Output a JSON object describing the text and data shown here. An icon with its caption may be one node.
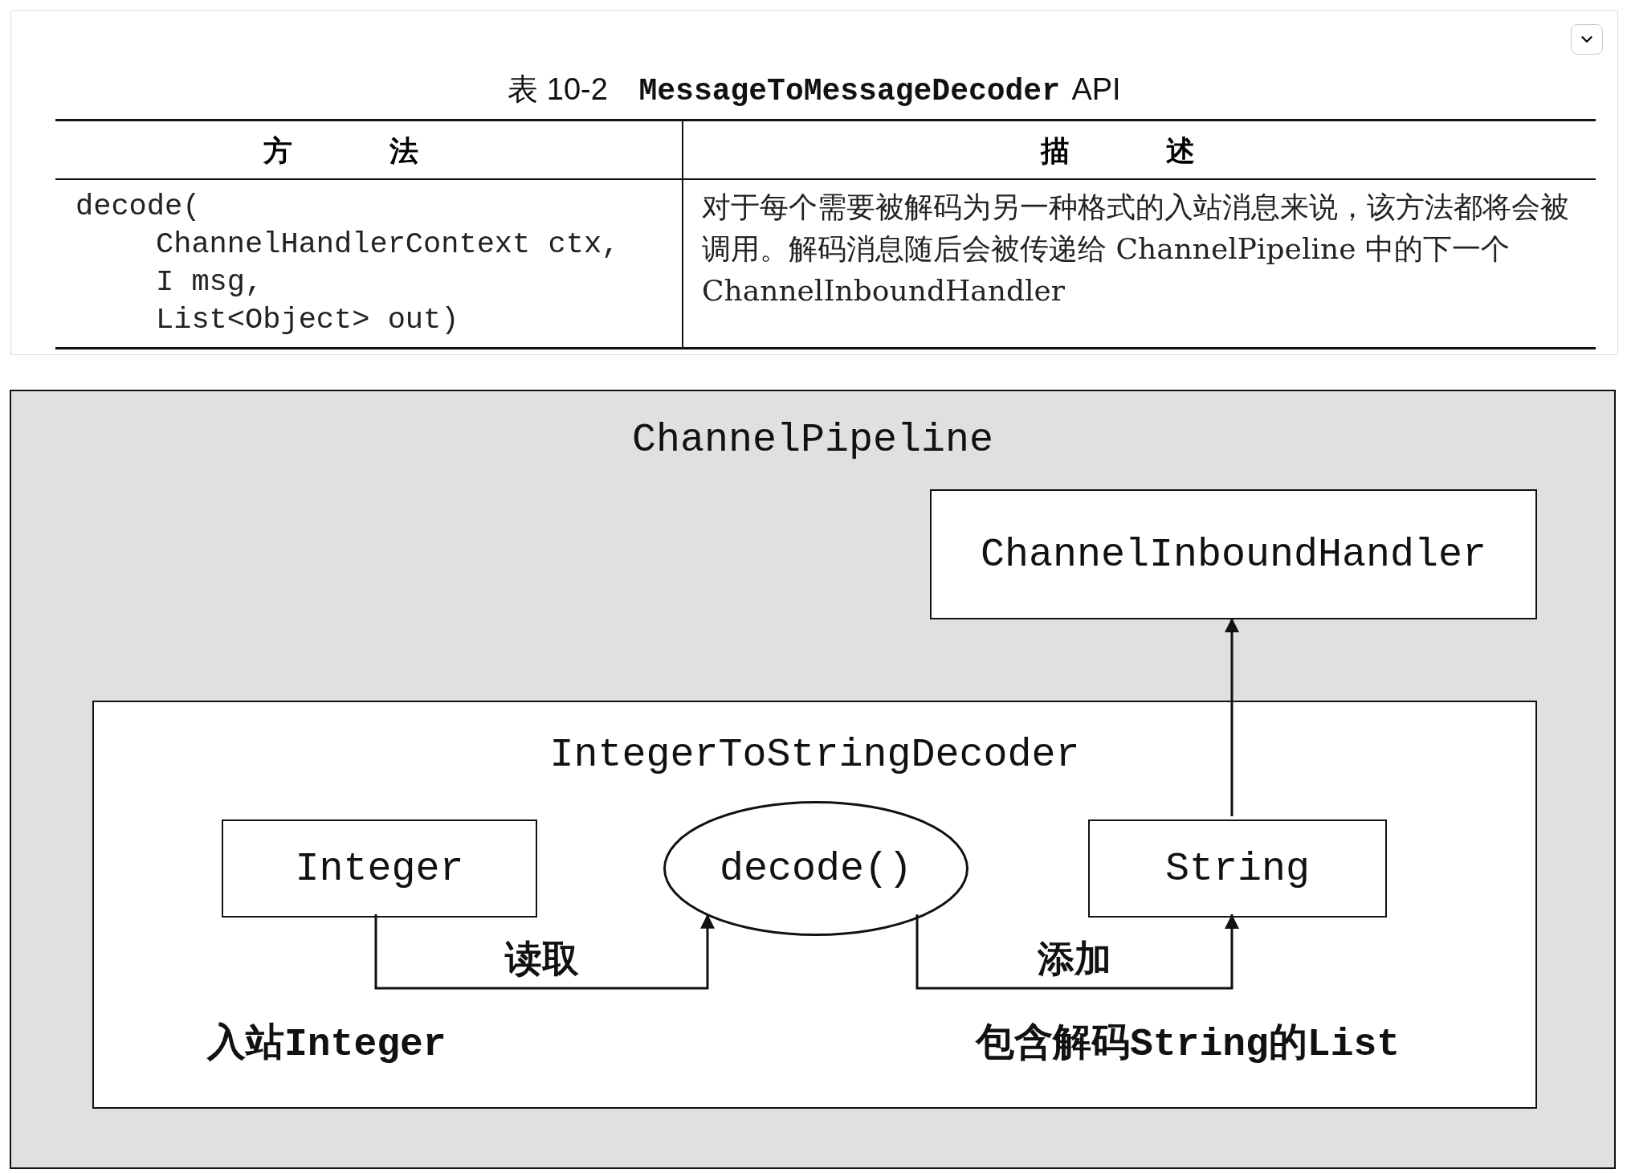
{
  "diagram": {
    "title": "表 10-2 **MessageToMessageDecoder** API",
    "nodes": [
      {
        "text": [
          "ChannelPipeline"
        ]
      },
      {
        "text": [
          "ChannelInboundHandler"
        ],
        "in": 0
      },
      {
        "text": [
          "IntegerToStringDecoder"
        ],
        "in": 0
      },
      {
        "text": [
          "Integer"
        ],
        "in": 2
      },
      {
        "text": [
          "decode()"
        ],
        "in": 2
      },
      {
        "text": [
          "String"
        ],
        "in": 2
      }
    ],
    "edges": [
      {
        "from": 3,
        "to": 4,
        "arrow": "to",
        "label": "读取"
      },
      {
        "from": 4,
        "to": 5,
        "arrow": "to",
        "label": "添加"
      },
      {
        "from": 5,
        "to": 1,
        "arrow": "to"
      }
    ],
    "labels": [
      "方 法",
      "描 述",
      "decode(",
      "ChannelHandlerContext ctx,",
      "I msg,",
      "List<Object> out)",
      "对于每个需要被解码为另一种格式的入站消息来说，该方法都将会被调用。解码消息随后会被传递给 ChannelPipeline 中的下一个 ChannelInboundHandler",
      "入站Integer",
      "包含解码String的List"
    ]
  }
}
